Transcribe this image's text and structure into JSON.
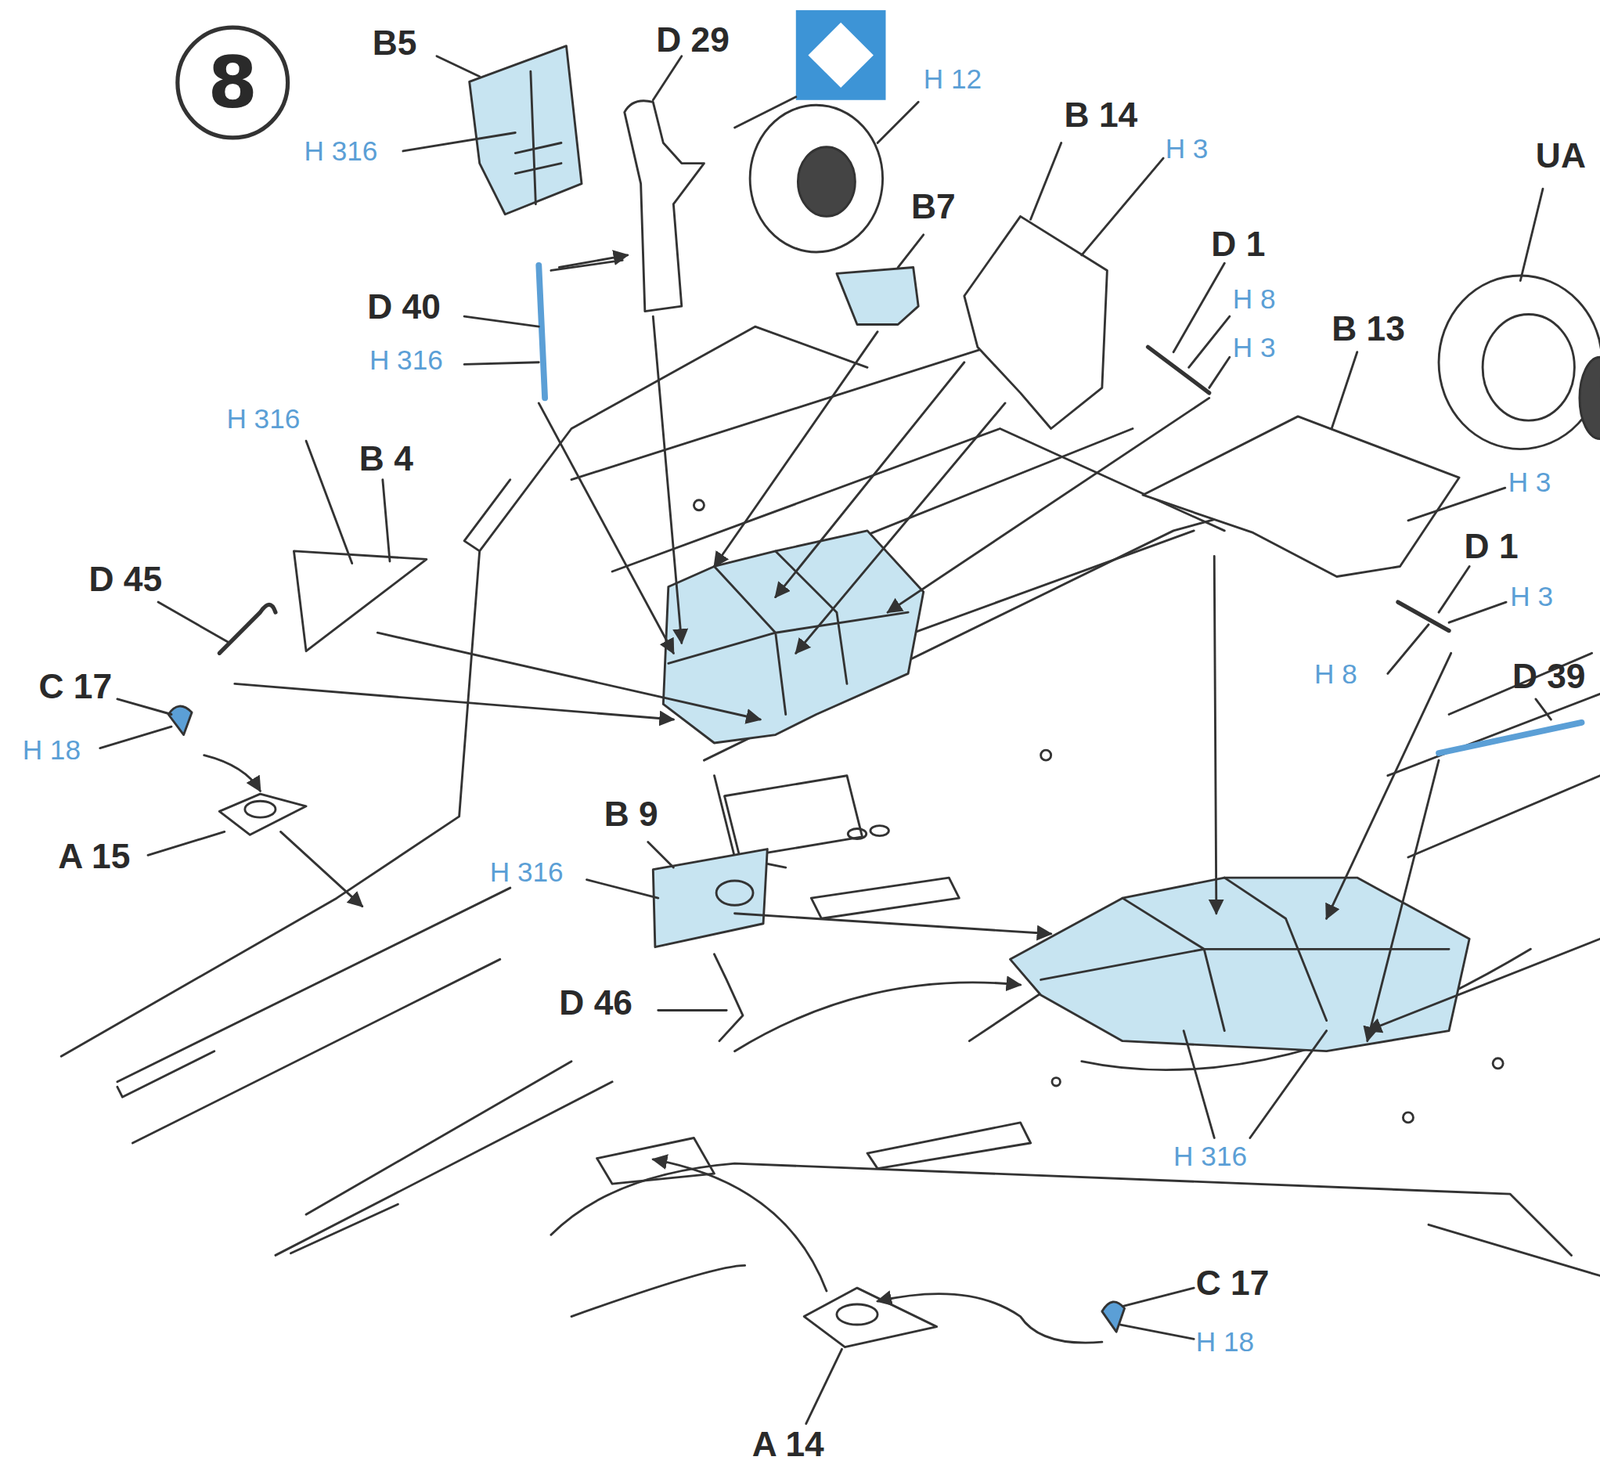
{
  "diagram": {
    "nodes": [
      {
        "text": [
          "8"
        ]
      }
    ],
    "labels": [
      "B5",
      "D 29",
      "H 12",
      "H 316",
      "B 14",
      "H 3",
      "UA",
      "B7",
      "D 1",
      "H 8",
      "H 3",
      "B 13",
      "D 40",
      "H 316",
      "H 316",
      "B 4",
      "H 3",
      "D 1",
      "H 3",
      "D 45",
      "H 8",
      "D 39",
      "C 17",
      "H 18",
      "A 15",
      "B 9",
      "H 316",
      "D 46",
      "H 316",
      "C 17",
      "H 18",
      "A 14"
    ]
  }
}
